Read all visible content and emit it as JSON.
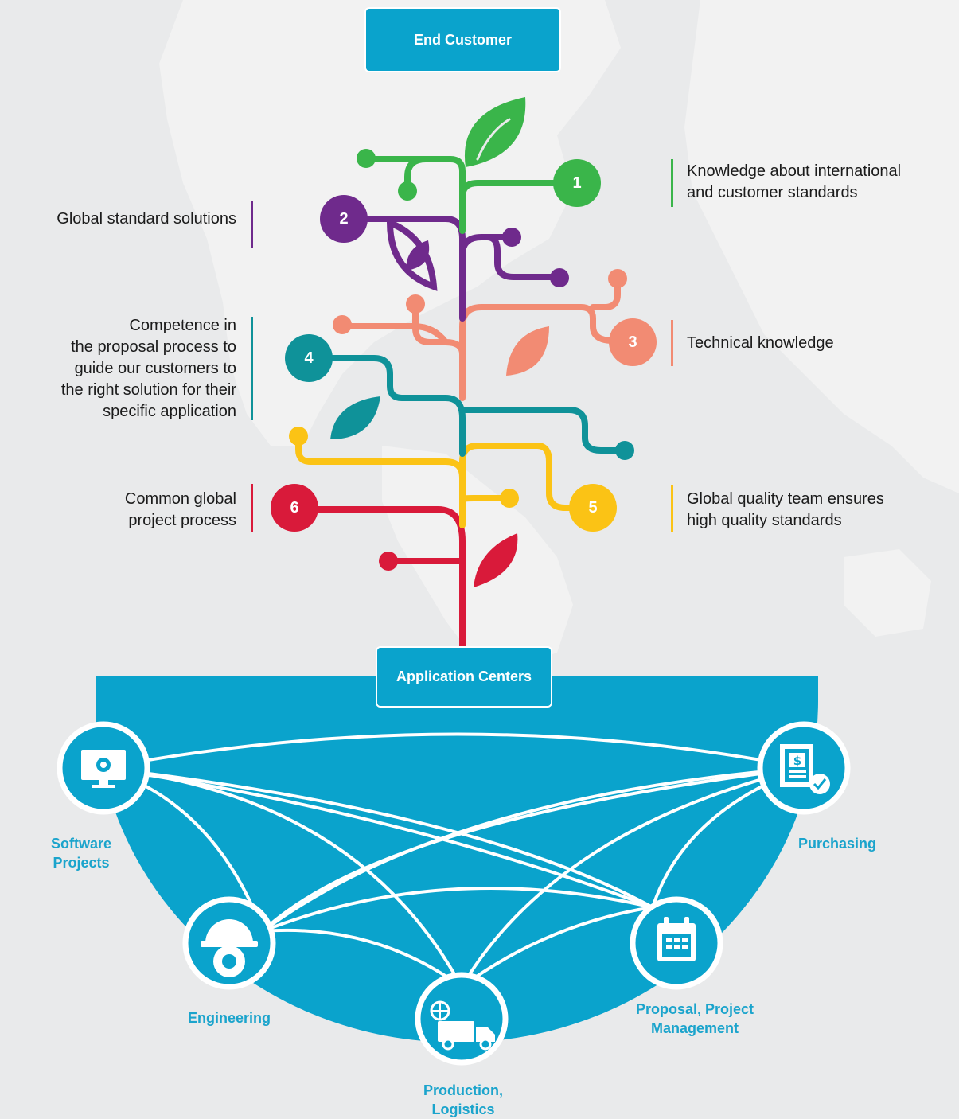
{
  "top_box": {
    "label": "End Customer"
  },
  "bottom_box": {
    "label": "Application Centers"
  },
  "colors": {
    "green": "#3ab54a",
    "purple": "#6f2a8c",
    "salmon": "#f28b73",
    "teal": "#0f9299",
    "yellow": "#fbc315",
    "red": "#d91a3a",
    "blue": "#0aa3cc",
    "background": "#e9eaeb"
  },
  "items": [
    {
      "number": "1",
      "text_lines": [
        "Knowledge about international",
        "and customer standards"
      ],
      "color": "#3ab54a"
    },
    {
      "number": "2",
      "text_lines": [
        "Global standard solutions"
      ],
      "color": "#6f2a8c"
    },
    {
      "number": "3",
      "text_lines": [
        "Technical knowledge"
      ],
      "color": "#f28b73"
    },
    {
      "number": "4",
      "text_lines": [
        "Competence in",
        "the proposal process to",
        "guide our customers to",
        "the right solution for their",
        "specific application"
      ],
      "color": "#0f9299"
    },
    {
      "number": "5",
      "text_lines": [
        "Global quality team ensures",
        "high quality standards"
      ],
      "color": "#fbc315"
    },
    {
      "number": "6",
      "text_lines": [
        "Common global",
        "project process"
      ],
      "color": "#d91a3a"
    }
  ],
  "centers": [
    {
      "label_lines": [
        "Software",
        "Projects"
      ],
      "icon": "monitor-gear-icon"
    },
    {
      "label_lines": [
        "Purchasing"
      ],
      "icon": "document-dollar-check-icon"
    },
    {
      "label_lines": [
        "Engineering"
      ],
      "icon": "hardhat-gear-icon"
    },
    {
      "label_lines": [
        "Proposal, Project",
        "Management"
      ],
      "icon": "calendar-icon"
    },
    {
      "label_lines": [
        "Production,",
        "Logistics"
      ],
      "icon": "globe-truck-icon"
    }
  ]
}
